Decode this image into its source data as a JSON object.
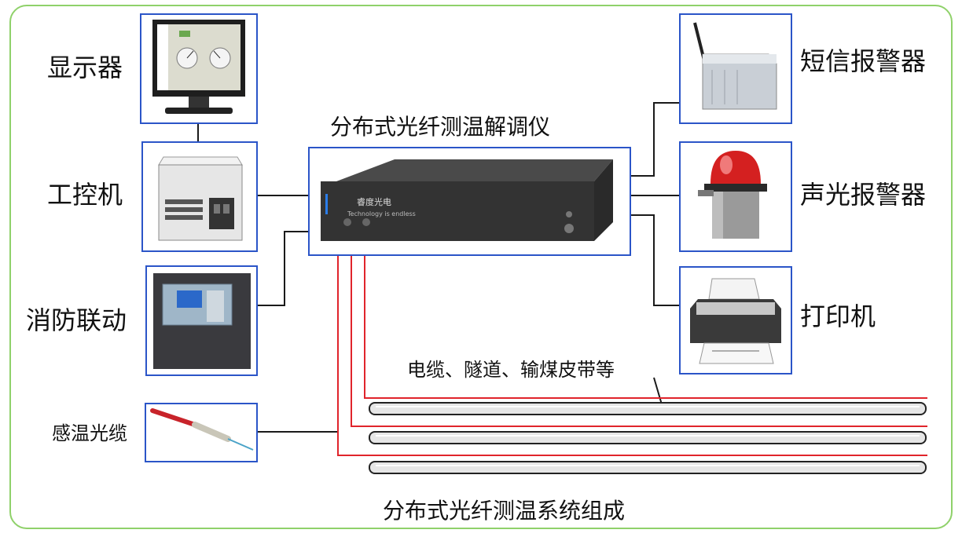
{
  "labels": {
    "monitor": "显示器",
    "ipc": "工控机",
    "fire_link": "消防联动",
    "sensing_cable": "感温光缆",
    "demodulator": "分布式光纤测温解调仪",
    "sms_alarm": "短信报警器",
    "sound_light_alarm": "声光报警器",
    "printer": "打印机",
    "targets": "电缆、隧道、输煤皮带等",
    "system_title": "分布式光纤测温系统组成"
  },
  "device": {
    "brand": "睿度光电",
    "slogan": "Technology is endless"
  },
  "colors": {
    "frame": "#8fd16a",
    "box_border": "#2b55c8",
    "fiber": "#e0242b",
    "connector": "#1a1a1a"
  }
}
